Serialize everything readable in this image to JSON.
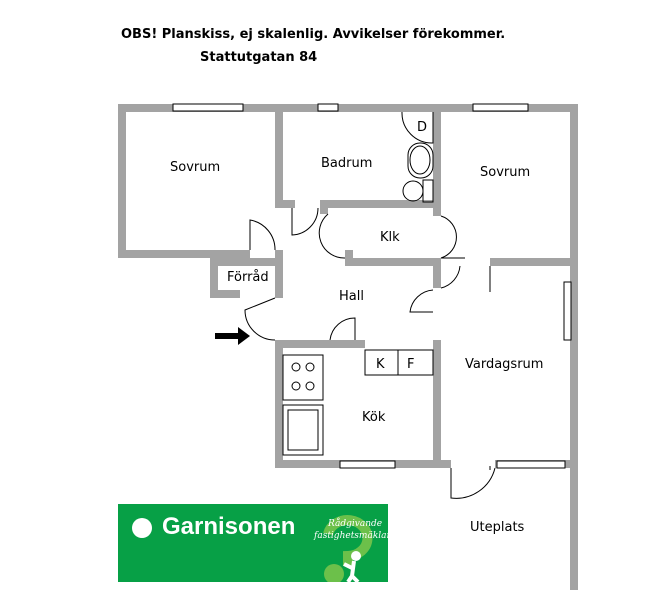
{
  "header": {
    "notice": "OBS! Planskiss, ej skalenlig. Avvikelser förekommer.",
    "address": "Stattutgatan 84"
  },
  "rooms": {
    "sovrum_left": "Sovrum",
    "badrum": "Badrum",
    "d": "D",
    "sovrum_right": "Sovrum",
    "klk": "Klk",
    "forrad": "Förråd",
    "hall": "Hall",
    "k": "K",
    "f": "F",
    "vardagsrum": "Vardagsrum",
    "kok": "Kök",
    "uteplats": "Uteplats"
  },
  "logo": {
    "name": "Garnisonen",
    "tagline_1": "Rådgivande",
    "tagline_2": "fastighetsmäklare",
    "brand_color": "#07a046"
  },
  "colors": {
    "wall": "#a3a3a3"
  }
}
